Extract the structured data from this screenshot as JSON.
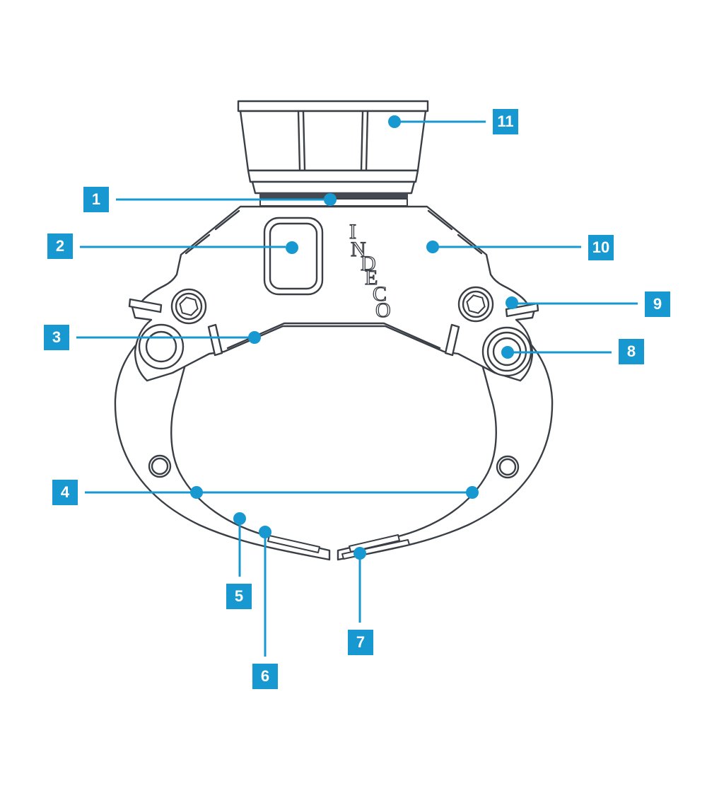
{
  "diagram": {
    "kind": "parts-callout-diagram",
    "subject": "grapple-attachment-line-drawing"
  },
  "logo": {
    "text": "INDECO",
    "letters": [
      "I",
      "N",
      "D",
      "E",
      "C",
      "O"
    ]
  },
  "colors": {
    "accent": "#1798d0",
    "line_dark": "#3a3e45",
    "seal_fill": "#454a52",
    "background": "#ffffff"
  },
  "callouts": [
    {
      "number": "1"
    },
    {
      "number": "2"
    },
    {
      "number": "3"
    },
    {
      "number": "4"
    },
    {
      "number": "5"
    },
    {
      "number": "6"
    },
    {
      "number": "7"
    },
    {
      "number": "8"
    },
    {
      "number": "9"
    },
    {
      "number": "10"
    },
    {
      "number": "11"
    }
  ]
}
